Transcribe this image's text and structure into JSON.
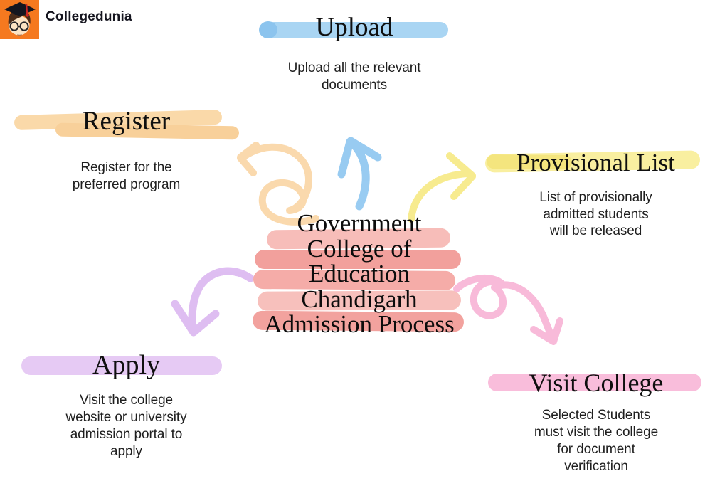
{
  "brand": {
    "name": "Collegedunia",
    "logo_icon": "student-face-icon",
    "logo_background": "#f5791f"
  },
  "center": {
    "title_lines": [
      "Government",
      "College of",
      "Education",
      "Chandigarh",
      "Admission Process"
    ],
    "highlight_color": "#f2a09c"
  },
  "nodes": {
    "upload": {
      "title": "Upload",
      "description_lines": [
        "Upload all the relevant",
        "documents"
      ],
      "highlight_color": "#a9d5f3",
      "arrow_color": "#93c9f1"
    },
    "register": {
      "title": "Register",
      "description_lines": [
        "Register for the",
        "preferred program"
      ],
      "highlight_color": "#fad9a9",
      "arrow_color": "#fad7a9"
    },
    "provisional_list": {
      "title": "Provisional List",
      "description_lines": [
        "List of provisionally",
        "admitted students",
        "will be released"
      ],
      "highlight_color": "#f9efa0",
      "arrow_color": "#f7ea8a"
    },
    "apply": {
      "title": "Apply",
      "description_lines": [
        "Visit the college",
        "website or university",
        "admission portal to",
        "apply"
      ],
      "highlight_color": "#e6caf4",
      "arrow_color": "#ddbaf1"
    },
    "visit_college": {
      "title": "Visit College",
      "description_lines": [
        "Selected Students",
        "must visit the college",
        "for document",
        "verification"
      ],
      "highlight_color": "#f9bddb",
      "arrow_color": "#f8b7d7"
    }
  }
}
